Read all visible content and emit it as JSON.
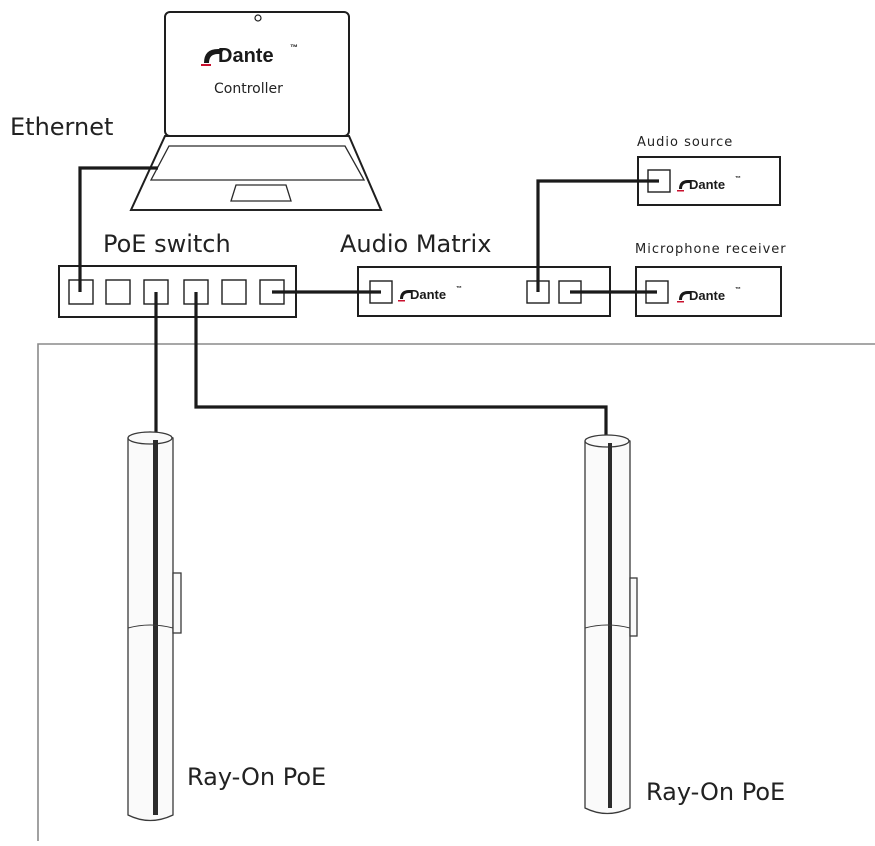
{
  "labels": {
    "ethernet": "Ethernet",
    "poe_switch": "PoE switch",
    "audio_matrix": "Audio Matrix",
    "audio_source": "Audio source",
    "microphone_receiver": "Microphone receiver",
    "speaker_left": "Ray-On PoE",
    "speaker_right": "Ray-On PoE"
  },
  "laptop": {
    "brand": "Dante",
    "subtitle": "Controller",
    "trademark": "™"
  },
  "dante_badges": {
    "audio_matrix": "Dante",
    "audio_source": "Dante",
    "microphone_receiver": "Dante",
    "trademark": "™"
  },
  "colors": {
    "line": "#1e1e1e",
    "room_outline": "#8a8a8a",
    "dante_accent": "#c8102e",
    "background": "#ffffff"
  }
}
